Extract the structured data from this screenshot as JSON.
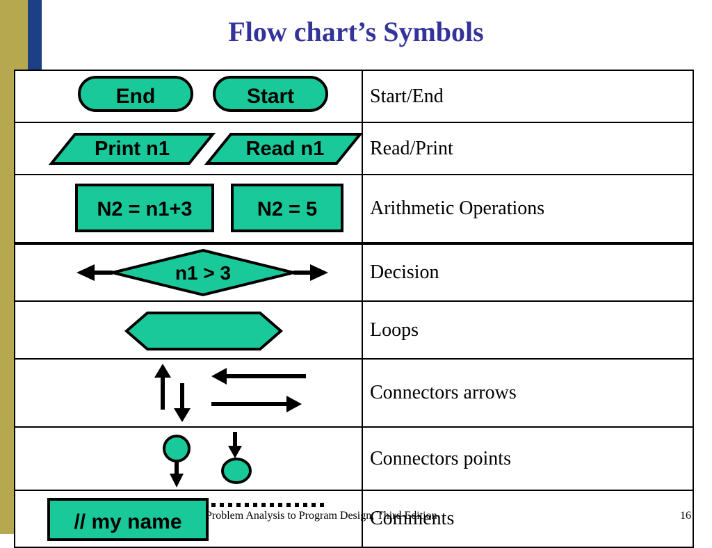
{
  "title": "Flow chart’s Symbols",
  "rows": [
    {
      "shapes": [
        "End",
        "Start"
      ],
      "label": "Start/End"
    },
    {
      "shapes": [
        "Print n1",
        "Read n1"
      ],
      "label": "Read/Print"
    },
    {
      "shapes": [
        "N2 = n1+3",
        "N2 = 5"
      ],
      "label": "Arithmetic Operations"
    },
    {
      "shapes": [
        "n1 > 3"
      ],
      "label": "Decision"
    },
    {
      "shapes": [],
      "label": "Loops"
    },
    {
      "shapes": [],
      "label": "Connectors arrows"
    },
    {
      "shapes": [],
      "label": "Connectors points"
    },
    {
      "shapes": [
        "// my name"
      ],
      "label": "Comments"
    }
  ],
  "footer": {
    "book": "Problem Analysis to Program Design, Third Edition",
    "page": "16"
  },
  "colors": {
    "shape_fill": "#19c99a",
    "title": "#33339a",
    "stripe_olive": "#b5a84e",
    "stripe_navy": "#1c3f86",
    "stripe_blue": "#7a93c6"
  }
}
